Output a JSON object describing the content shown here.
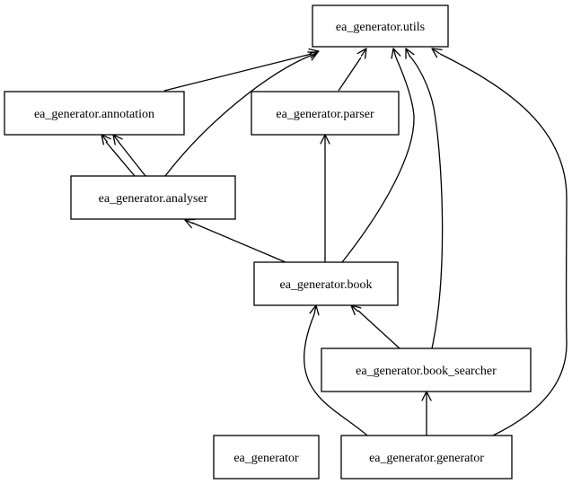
{
  "diagram": {
    "nodes": [
      {
        "id": "utils",
        "label": "ea_generator.utils"
      },
      {
        "id": "annotation",
        "label": "ea_generator.annotation"
      },
      {
        "id": "parser",
        "label": "ea_generator.parser"
      },
      {
        "id": "analyser",
        "label": "ea_generator.analyser"
      },
      {
        "id": "book",
        "label": "ea_generator.book"
      },
      {
        "id": "book_searcher",
        "label": "ea_generator.book_searcher"
      },
      {
        "id": "ea_generator",
        "label": "ea_generator"
      },
      {
        "id": "generator",
        "label": "ea_generator.generator"
      }
    ],
    "edges": [
      {
        "from": "annotation",
        "to": "utils"
      },
      {
        "from": "parser",
        "to": "utils"
      },
      {
        "from": "analyser",
        "to": "utils"
      },
      {
        "from": "analyser",
        "to": "annotation"
      },
      {
        "from": "analyser",
        "to": "annotation"
      },
      {
        "from": "book",
        "to": "utils"
      },
      {
        "from": "book",
        "to": "parser"
      },
      {
        "from": "book",
        "to": "analyser"
      },
      {
        "from": "book_searcher",
        "to": "utils"
      },
      {
        "from": "book_searcher",
        "to": "book"
      },
      {
        "from": "generator",
        "to": "utils"
      },
      {
        "from": "generator",
        "to": "book"
      },
      {
        "from": "generator",
        "to": "book_searcher"
      }
    ]
  }
}
